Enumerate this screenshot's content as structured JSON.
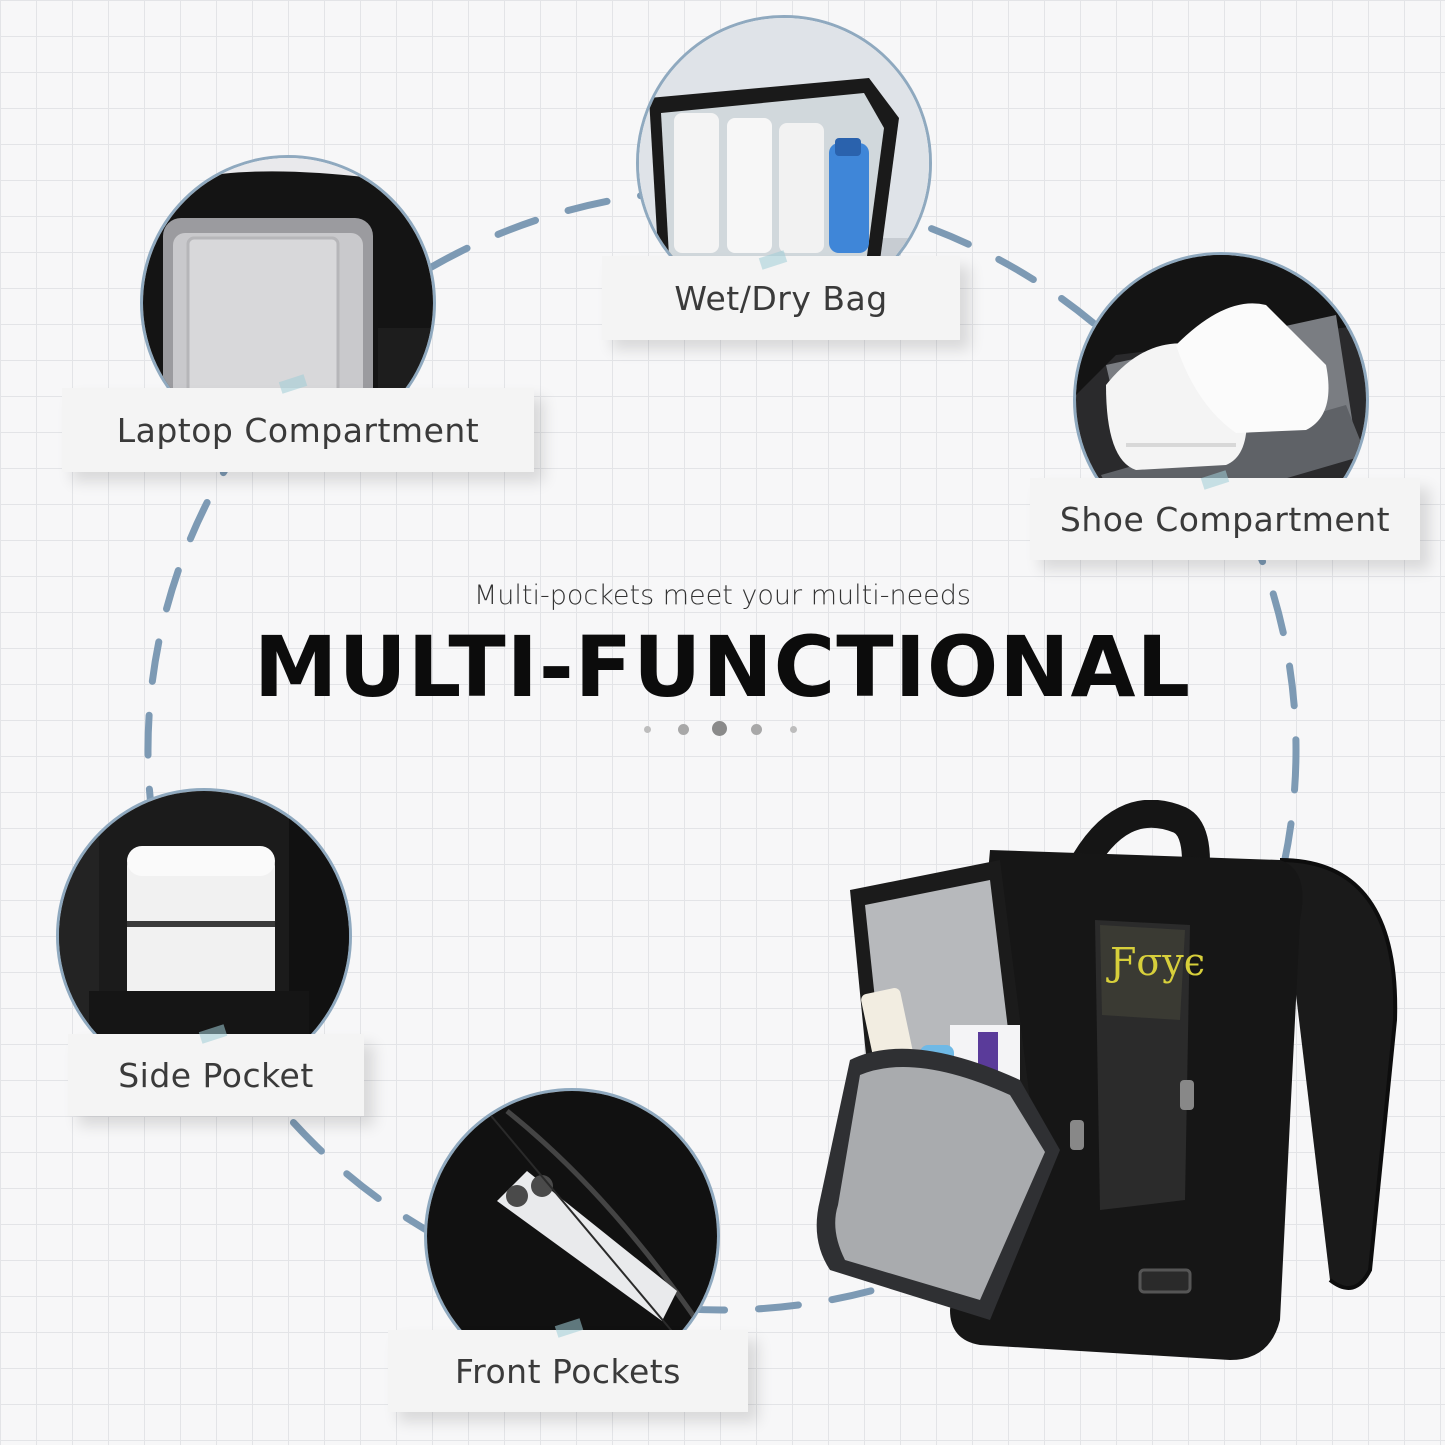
{
  "headline": {
    "subtitle": "Multi-pockets meet your multi-needs",
    "title": "MULTI-FUNCTIONAL"
  },
  "features": [
    {
      "id": "laptop",
      "label": "Laptop Compartment"
    },
    {
      "id": "wetdry",
      "label": "Wet/Dry Bag"
    },
    {
      "id": "shoe",
      "label": "Shoe Compartment"
    },
    {
      "id": "side",
      "label": "Side Pocket"
    },
    {
      "id": "front",
      "label": "Front Pockets"
    }
  ],
  "pager": {
    "count": 5,
    "active_index": 2
  },
  "colors": {
    "ring_dash": "#7d9ab4",
    "circle_border": "#8fa9bf",
    "bag_black": "#141414",
    "title": "#0c0c0c"
  }
}
